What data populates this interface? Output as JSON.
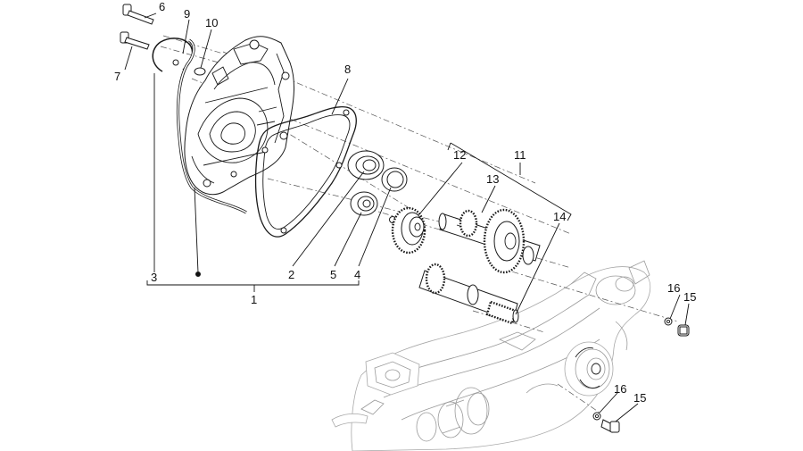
{
  "diagram": {
    "callouts": [
      {
        "id": "c1",
        "text": "1"
      },
      {
        "id": "c2",
        "text": "2"
      },
      {
        "id": "c3",
        "text": "3"
      },
      {
        "id": "c4",
        "text": "4"
      },
      {
        "id": "c5",
        "text": "5"
      },
      {
        "id": "c6",
        "text": "6"
      },
      {
        "id": "c7",
        "text": "7"
      },
      {
        "id": "c8",
        "text": "8"
      },
      {
        "id": "c9",
        "text": "9"
      },
      {
        "id": "c10",
        "text": "10"
      },
      {
        "id": "c11",
        "text": "11"
      },
      {
        "id": "c12",
        "text": "12"
      },
      {
        "id": "c13",
        "text": "13"
      },
      {
        "id": "c14",
        "text": "14"
      },
      {
        "id": "c15a",
        "text": "15"
      },
      {
        "id": "c16a",
        "text": "16"
      },
      {
        "id": "c15b",
        "text": "15"
      },
      {
        "id": "c16b",
        "text": "16"
      }
    ]
  }
}
